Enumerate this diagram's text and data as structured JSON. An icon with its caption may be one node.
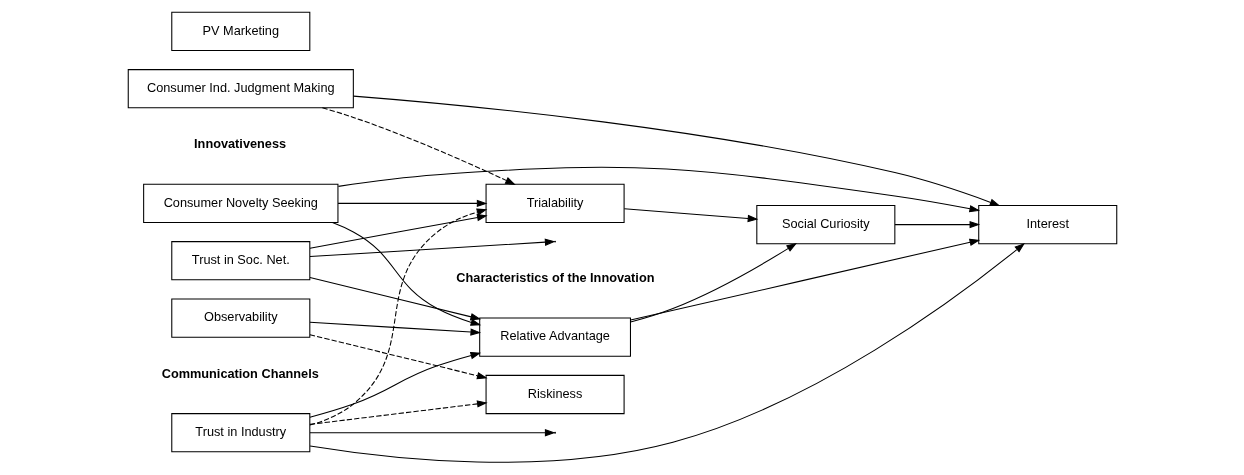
{
  "diagram": {
    "nodes": [
      {
        "text": [
          "Consumer Novelty Seeking"
        ]
      },
      {
        "text": [
          "Consumer Ind. Judgment Making"
        ]
      },
      {
        "text": [
          "Relative Advantage"
        ]
      },
      {
        "text": [
          "Trialability"
        ]
      },
      {
        "text": [
          "Riskiness"
        ]
      },
      {
        "text": [
          "Social Curiosity"
        ]
      },
      {
        "text": [
          "Interest"
        ]
      },
      {
        "text": [
          "Observability"
        ]
      },
      {
        "text": [
          "PV Marketing"
        ]
      },
      {
        "text": [
          "Trust in Industry"
        ]
      },
      {
        "text": [
          "Trust in Soc. Net."
        ]
      }
    ],
    "edges": [
      {
        "from": 0,
        "to": 6,
        "arrow": "to"
      },
      {
        "from": 0,
        "to": 2,
        "arrow": "to"
      },
      {
        "from": 0,
        "to": 3,
        "arrow": "to"
      },
      {
        "from": 1,
        "to": 3,
        "arrow": "to",
        "style": "dashed"
      },
      {
        "from": 1,
        "to": 6,
        "arrow": "to"
      },
      {
        "from": 2,
        "to": 5,
        "arrow": "to"
      },
      {
        "from": 2,
        "to": 6,
        "arrow": "to"
      },
      {
        "from": 3,
        "to": 5,
        "arrow": "to"
      },
      {
        "from": 5,
        "to": 6,
        "arrow": "to"
      },
      {
        "from": 7,
        "to": 2,
        "arrow": "to"
      },
      {
        "from": 7,
        "to": 4,
        "arrow": "to",
        "style": "dashed"
      },
      {
        "from": 9,
        "to": 2,
        "arrow": "to"
      },
      {
        "from": 9,
        "to": 3,
        "arrow": "to",
        "style": "dashed"
      },
      {
        "from": 9,
        "to": 4,
        "arrow": "to",
        "style": "dashed"
      },
      {
        "from": 10,
        "to": 2,
        "arrow": "to"
      },
      {
        "from": 10,
        "to": 3,
        "arrow": "to"
      },
      {
        "from": 9,
        "to": null,
        "arrow": "to"
      },
      {
        "from": 9,
        "to": 6,
        "arrow": "to"
      },
      {
        "from": 10,
        "to": null,
        "arrow": "to"
      }
    ],
    "labels": [
      "Innovativeness",
      "Characteristics of the Innovation",
      "Communication Channels"
    ]
  }
}
